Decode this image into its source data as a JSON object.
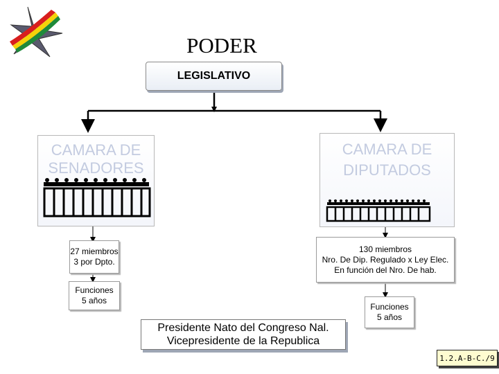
{
  "title": "PODER",
  "main_box": "LEGISLATIVO",
  "senate": {
    "label_line1": "CAMARA DE",
    "label_line2": "SENADORES",
    "members_line1": "27 miembros",
    "members_line2": "3 por Dpto.",
    "functions_line1": "Funciones",
    "functions_line2": "5 años"
  },
  "deputies": {
    "label_line1": "CAMARA DE",
    "label_line2": "DIPUTADOS",
    "members_line1": "130 miembros",
    "members_line2": "Nro. De Dip. Regulado x Ley Elec.",
    "members_line3": "En función del Nro. De hab.",
    "functions_line1": "Funciones",
    "functions_line2": "5 años"
  },
  "president": {
    "line1": "Presidente Nato del Congreso Nal.",
    "line2": "Vicepresidente de la Republica"
  },
  "slide_code": "1.2.A-B-C./9",
  "icons": [
    "star-logo-icon",
    "senate-chamber-icon",
    "deputies-chamber-icon"
  ],
  "colors": {
    "chamber_label": "#c3cbe0",
    "logo_red": "#d81e1e",
    "logo_yellow": "#f5d20a",
    "logo_green": "#1f8a3a",
    "code_box": "#fffcd0"
  }
}
